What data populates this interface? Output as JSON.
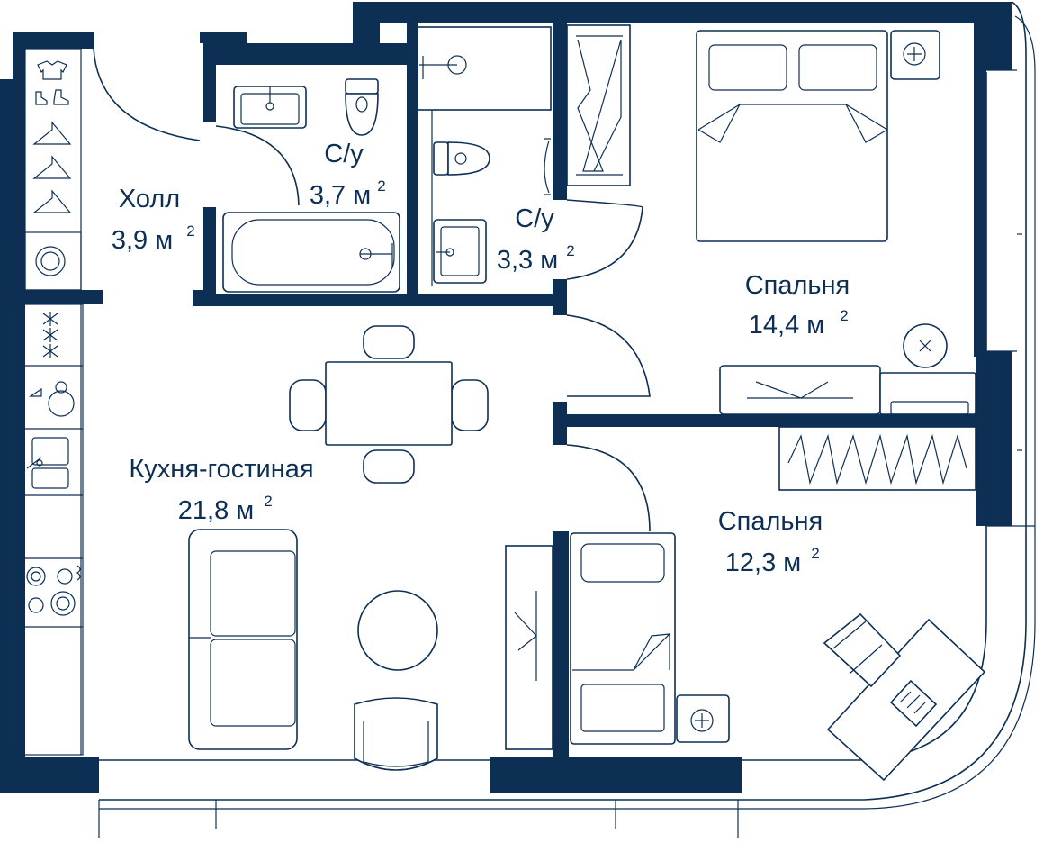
{
  "colors": {
    "wall": "#0d2f54",
    "background": "#ffffff"
  },
  "rooms": {
    "hall": {
      "name": "Холл",
      "area": "3,9 м",
      "sup": "2"
    },
    "bath1": {
      "name": "С/у",
      "area": "3,7 м",
      "sup": "2"
    },
    "bath2": {
      "name": "С/у",
      "area": "3,3 м",
      "sup": "2"
    },
    "bedroom1": {
      "name": "Спальня",
      "area": "14,4 м",
      "sup": "2"
    },
    "living": {
      "name": "Кухня-гостиная",
      "area": "21,8 м",
      "sup": "2"
    },
    "bedroom2": {
      "name": "Спальня",
      "area": "12,3 м",
      "sup": "2"
    }
  },
  "icons": [
    "shirt-icon",
    "shoes-icon",
    "hanger-icon",
    "washer-icon",
    "stove-icon",
    "sink-icon",
    "toilet-icon",
    "bathtub-icon",
    "shower-icon",
    "bed-icon",
    "wardrobe-icon",
    "sofa-icon",
    "dining-table-icon",
    "desk-icon",
    "laptop-icon",
    "lamp-icon",
    "nightstand-icon"
  ]
}
